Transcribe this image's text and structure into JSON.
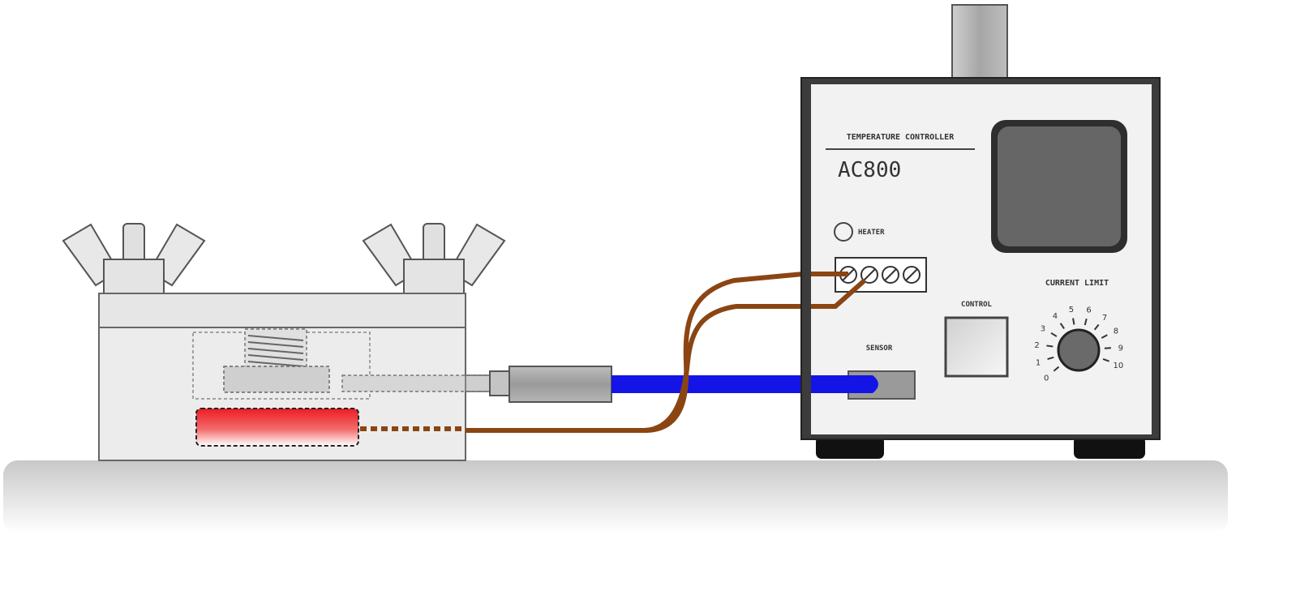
{
  "controller": {
    "header": "TEMPERATURE CONTROLLER",
    "model": "AC800",
    "heater_label": "HEATER",
    "control_label": "CONTROL",
    "sensor_label": "SENSOR",
    "current_limit_label": "CURRENT LIMIT",
    "dial_scale": [
      "0",
      "1",
      "2",
      "3",
      "4",
      "5",
      "6",
      "7",
      "8",
      "9",
      "10"
    ]
  },
  "colors": {
    "sensor_cable": "#1414e6",
    "heater_wire": "#8b4513",
    "heater_element": "#ee1c24",
    "panel": "#f2f2f2",
    "outline": "#404040",
    "display": "#666666",
    "bench": "#d9d9d9"
  }
}
